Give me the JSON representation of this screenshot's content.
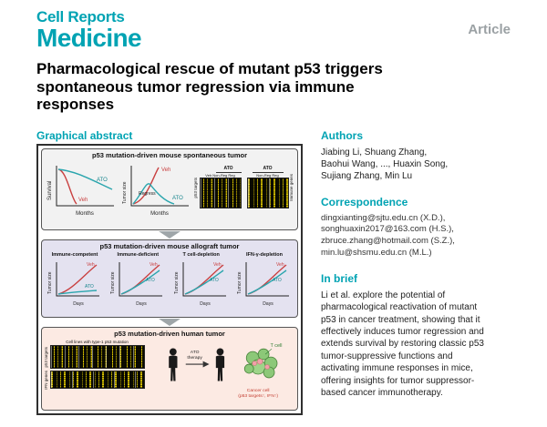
{
  "accent_color": "#00a3b3",
  "header": {
    "journal_line1": "Cell Reports",
    "journal_line2": "Medicine",
    "article_type": "Article"
  },
  "title": "Pharmacological rescue of mutant p53 triggers\nspontaneous tumor regression via immune\nresponses",
  "graphical_abstract": {
    "heading": "Graphical abstract",
    "panel1": {
      "title": "p53 mutation-driven mouse spontaneous tumor",
      "survival_plot": {
        "ylabel": "Survival",
        "xlabel": "Months",
        "veh_label": "Veh",
        "ato_label": "ATO"
      },
      "tumor_plot": {
        "ylabel": "Tumor size",
        "xlabel": "Months",
        "veh_label": "Veh",
        "ato_label": "ATO",
        "regress_label": "Regress"
      },
      "heatmaps": {
        "ato_label": "ATO",
        "cols_left": "Veh Non-Reg Reg",
        "cols_right": "Non-Reg Reg",
        "rows_left_label": "p53 targets",
        "rows_right_label": "Immune genes"
      }
    },
    "panel2": {
      "title": "p53 mutation-driven mouse allograft tumor",
      "ylabel": "Tumor size",
      "xlabel": "Days",
      "veh_label": "Veh",
      "ato_label": "ATO",
      "plots": [
        {
          "name": "Immune-competent"
        },
        {
          "name": "Immune-deficient"
        },
        {
          "name": "T cell-depletion"
        },
        {
          "name": "IFN-γ-depletion"
        }
      ]
    },
    "panel3": {
      "title": "p53 mutation-driven human tumor",
      "cells_label": "Cell lines with type-1 p53 mutation",
      "row1_label": "p53 targets",
      "row2_label": "IFN genes",
      "therapy_line1": "ATO",
      "therapy_line2": "therapy",
      "tcell_label": "T cell",
      "cancer_line1": "Cancer cell",
      "cancer_line2": "(p53 targets↑, IFN↑)"
    }
  },
  "right_column": {
    "authors_heading": "Authors",
    "author_lines": [
      "Jiabing Li, Shuang Zhang,",
      "Baohui Wang, ..., Huaxin Song,",
      "Sujiang Zhang, Min Lu"
    ],
    "correspondence_heading": "Correspondence",
    "correspondence_lines": [
      "dingxianting@sjtu.edu.cn (X.D.),",
      "songhuaxin2017@163.com (H.S.),",
      "zbruce.zhang@hotmail.com (S.Z.),",
      "min.lu@shsmu.edu.cn (M.L.)"
    ],
    "in_brief_heading": "In brief",
    "in_brief_text": "Li et al. explore the potential of\npharmacological reactivation of mutant\np53 in cancer treatment, showing that it\neffectively induces tumor regression and\nextends survival by restoring classic p53\ntumor-suppressive functions and\nactivating immune responses in mice,\noffering insights for tumor suppressor-\nbased cancer immunotherapy."
  }
}
